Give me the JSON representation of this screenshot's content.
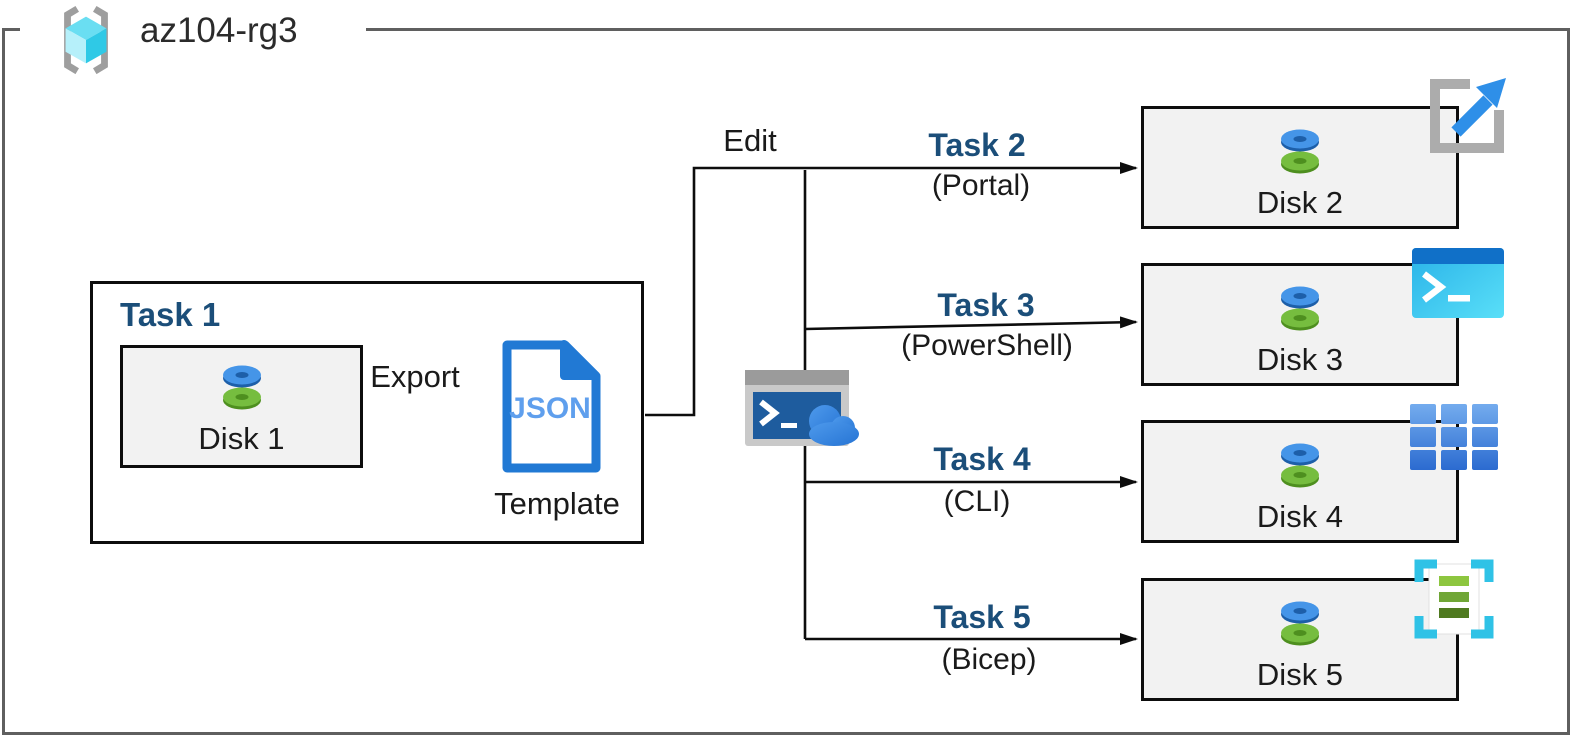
{
  "group": {
    "name": "az104-rg3"
  },
  "task1": {
    "title": "Task 1",
    "disk_label": "Disk 1",
    "export_label": "Export",
    "json_doc_text": "JSON",
    "template_label": "Template"
  },
  "edit_label": "Edit",
  "tasks": [
    {
      "title": "Task 2",
      "method": "(Portal)",
      "disk_label": "Disk 2",
      "tool_icon": "azure-portal-icon"
    },
    {
      "title": "Task 3",
      "method": "(PowerShell)",
      "disk_label": "Disk 3",
      "tool_icon": "powershell-icon"
    },
    {
      "title": "Task 4",
      "method": "(CLI)",
      "disk_label": "Disk 4",
      "tool_icon": "azure-cli-icon"
    },
    {
      "title": "Task 5",
      "method": "(Bicep)",
      "disk_label": "Disk 5",
      "tool_icon": "bicep-template-icon"
    }
  ],
  "icons": {
    "group_icon": "resource-group-icon",
    "disk_icon": "managed-disk-icon",
    "template_icon": "json-template-icon",
    "shell_icon": "cloud-shell-icon"
  },
  "colors": {
    "task_title_blue": "#1B4E79",
    "text_black": "#1A1A1A",
    "box_fill_gray": "#F2F2F2",
    "outer_border_gray": "#5F5F5F",
    "disk_blue": "#4595E8",
    "disk_green": "#76BD3F",
    "json_doc_blue": "#2179D4",
    "json_text_blue": "#5F9FED",
    "portal_arrow_blue": "#2E8FE8",
    "powershell_cyan": "#35C4EE",
    "cloud_blue": "#2F80DC",
    "bicep_bracket_cyan": "#2FC2E6",
    "rg_cube_cyan": "#55D7EE"
  }
}
